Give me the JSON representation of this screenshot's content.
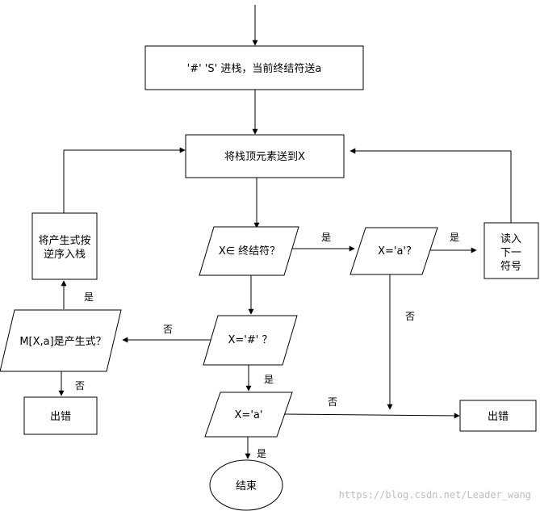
{
  "nodes": {
    "push_start": "'#' 'S' 进栈，当前终结符送a",
    "top_to_x": "将栈顶元素送到X",
    "x_in_terminal": "X∈ 终结符？",
    "x_eq_a": "X='a'?",
    "read_next": [
      "读入",
      "下一",
      "符号"
    ],
    "push_production": [
      "将产生式按",
      "逆序入栈"
    ],
    "m_is_production": "M[X,a]是产生式？",
    "x_eq_hash": "X='#' ？",
    "x_eq_a_final": "X='a'",
    "error_left": "出错",
    "error_right": "出错",
    "end": "结束"
  },
  "edge_labels": {
    "terminal_yes": "是",
    "xa_yes": "是",
    "xa_no": "否",
    "m_yes": "是",
    "hash_no": "否",
    "m_no": "否",
    "hash_yes": "是",
    "final_no": "否",
    "final_yes": "是"
  },
  "watermark": "https://blog.csdn.net/Leader_wang"
}
